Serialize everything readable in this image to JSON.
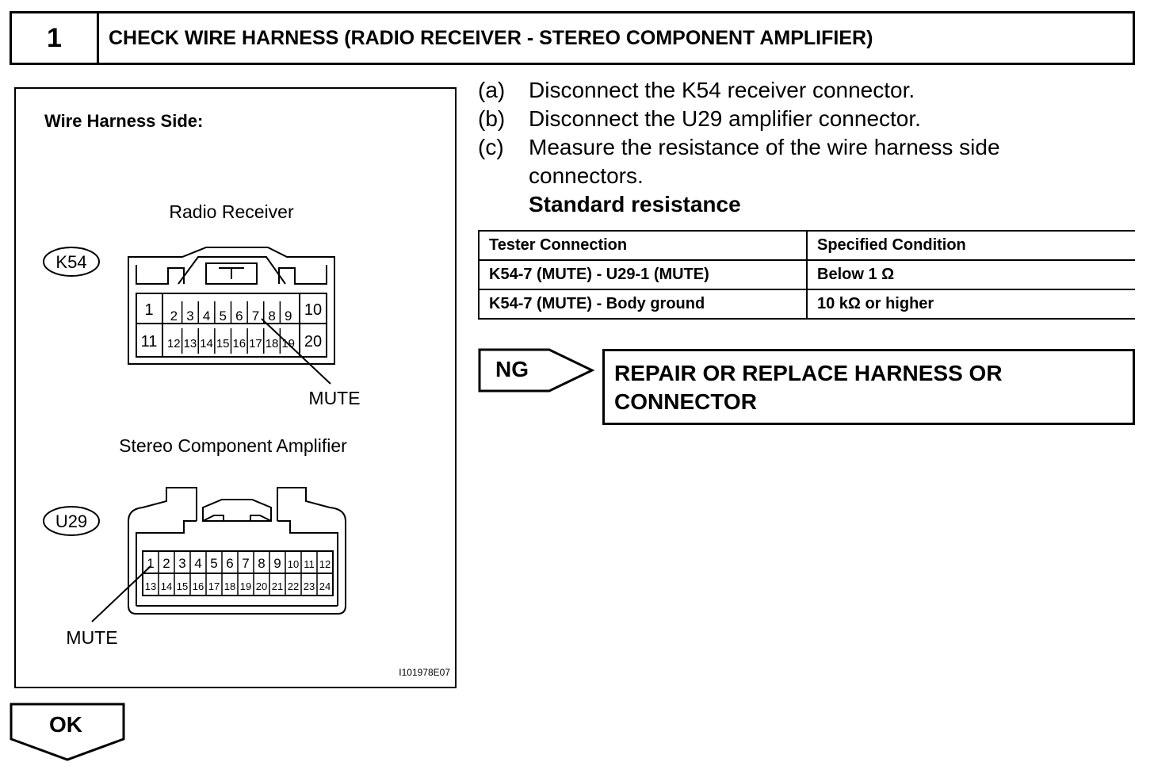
{
  "header": {
    "step_number": "1",
    "title": "CHECK WIRE HARNESS (RADIO RECEIVER - STEREO COMPONENT AMPLIFIER)"
  },
  "figure": {
    "heading": "Wire Harness Side:",
    "receiver_label": "Radio Receiver",
    "receiver_code": "K54",
    "receiver_pins_top": [
      "1",
      "2",
      "3",
      "4",
      "5",
      "6",
      "7",
      "8",
      "9",
      "10"
    ],
    "receiver_pins_bottom": [
      "11",
      "12",
      "13",
      "14",
      "15",
      "16",
      "17",
      "18",
      "19",
      "20"
    ],
    "receiver_callout": "MUTE",
    "amplifier_label": "Stereo Component Amplifier",
    "amplifier_code": "U29",
    "amplifier_pins_top": [
      "1",
      "2",
      "3",
      "4",
      "5",
      "6",
      "7",
      "8",
      "9",
      "10",
      "11",
      "12"
    ],
    "amplifier_pins_bottom": [
      "13",
      "14",
      "15",
      "16",
      "17",
      "18",
      "19",
      "20",
      "21",
      "22",
      "23",
      "24"
    ],
    "amplifier_callout": "MUTE",
    "figure_id": "I101978E07"
  },
  "steps": [
    {
      "letter": "(a)",
      "text": "Disconnect the K54 receiver connector."
    },
    {
      "letter": "(b)",
      "text": "Disconnect the U29 amplifier connector."
    },
    {
      "letter": "(c)",
      "text": "Measure the resistance of the wire harness side",
      "text2": "connectors."
    }
  ],
  "standard_resistance_label": "Standard resistance",
  "table": {
    "headers": [
      "Tester Connection",
      "Specified Condition"
    ],
    "rows": [
      [
        "K54-7 (MUTE) - U29-1 (MUTE)",
        "Below 1 Ω"
      ],
      [
        "K54-7 (MUTE) - Body ground",
        "10 kΩ or higher"
      ]
    ]
  },
  "ng": {
    "label": "NG",
    "result_line1": "REPAIR OR REPLACE HARNESS OR",
    "result_line2": "CONNECTOR"
  },
  "ok": {
    "label": "OK"
  }
}
